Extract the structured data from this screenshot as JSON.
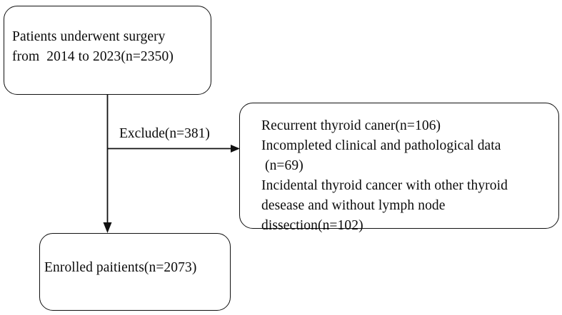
{
  "diagram": {
    "type": "flowchart",
    "title": "Patient selection flow diagram",
    "orientation": "top-down with right exclusion branch",
    "stroke_color": "#111111",
    "text_color": "#0b0b0b",
    "background_color": "#ffffff"
  },
  "nodes": {
    "source": {
      "id": "source-cohort",
      "line1": "Patients underwent surgery",
      "line2": "from  2014 to 2023(n=2350)",
      "count": 2350,
      "period_start": 2014,
      "period_end": 2023
    },
    "excluded": {
      "id": "excluded-reasons",
      "line1": "Recurrent thyroid caner(n=106)",
      "line2": "Incompleted clinical and pathological data",
      "line3": " (n=69)",
      "line4": "Incidental thyroid cancer with other thyroid",
      "line5": "desease and without lymph node",
      "line6": "dissection(n=102)",
      "reasons": [
        {
          "label": "Recurrent thyroid caner",
          "count": 106
        },
        {
          "label": "Incompleted clinical and pathological data",
          "count": 69
        },
        {
          "label": "Incidental thyroid cancer with other thyroid desease and without lymph node dissection",
          "count": 102
        }
      ]
    },
    "enrolled": {
      "id": "enrolled-cohort",
      "line1": "Enrolled paitients(n=2073)",
      "count": 2073
    }
  },
  "edges": {
    "exclude_label": "Exclude(n=381)",
    "exclude_count": 381,
    "vertical_arrow_name": "source-to-enrolled-arrow",
    "horizontal_arrow_name": "exclusion-branch-arrow"
  }
}
